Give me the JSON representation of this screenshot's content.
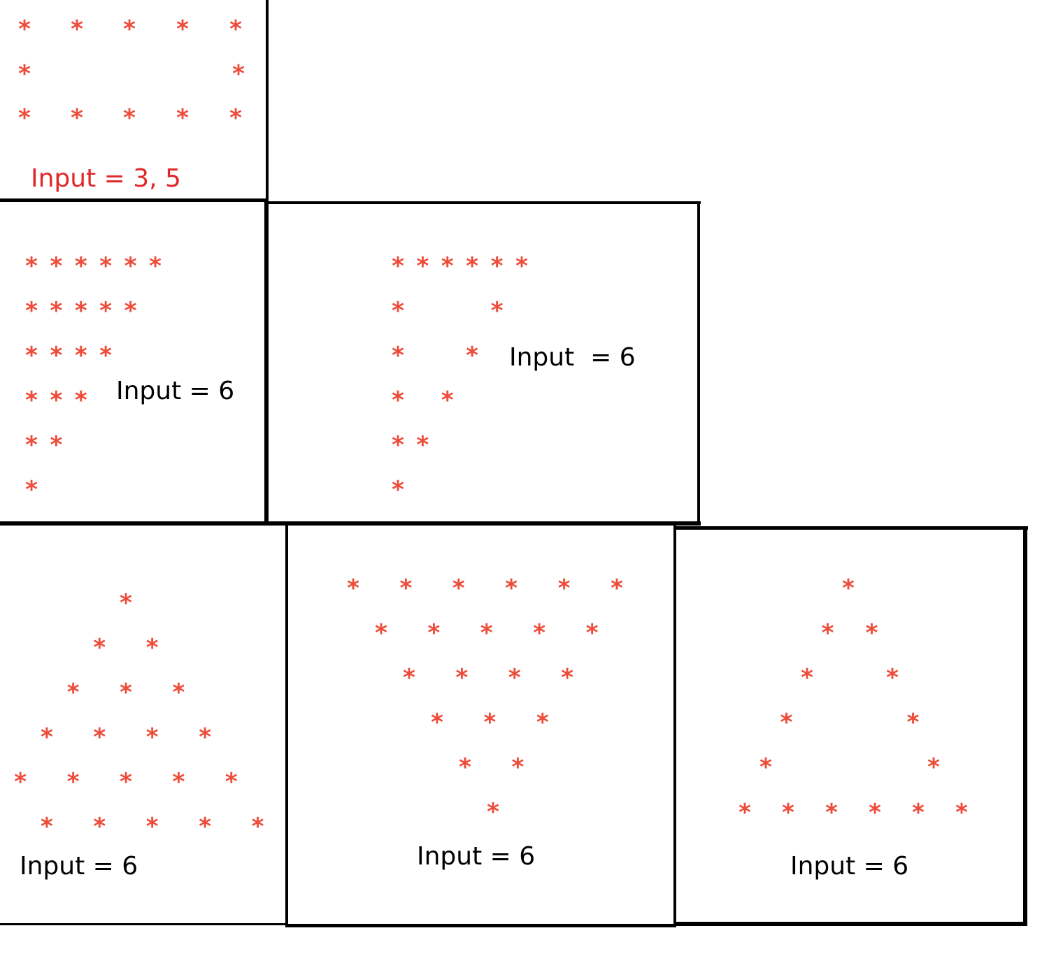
{
  "colors": {
    "star": "#ee4b39",
    "label_red": "#e0282a",
    "label_black": "#000000",
    "border": "#000000"
  },
  "star_glyph": "*",
  "patterns": [
    {
      "id": "hollow-rectangle",
      "label": "Input = 3, 5",
      "label_color": "#e0282a",
      "rows": 3,
      "cols": 5
    },
    {
      "id": "inverted-right-triangle",
      "label": "Input = 6",
      "label_color": "#000000",
      "rows": 6
    },
    {
      "id": "hollow-inverted-right-triangle",
      "label": "Input  = 6",
      "label_color": "#000000",
      "rows": 6
    },
    {
      "id": "pyramid",
      "label": "Input = 6",
      "label_color": "#000000",
      "rows": 6
    },
    {
      "id": "inverted-pyramid",
      "label": "Input = 6",
      "label_color": "#000000",
      "rows": 6
    },
    {
      "id": "hollow-pyramid",
      "label": "Input = 6",
      "label_color": "#000000",
      "rows": 6
    }
  ]
}
